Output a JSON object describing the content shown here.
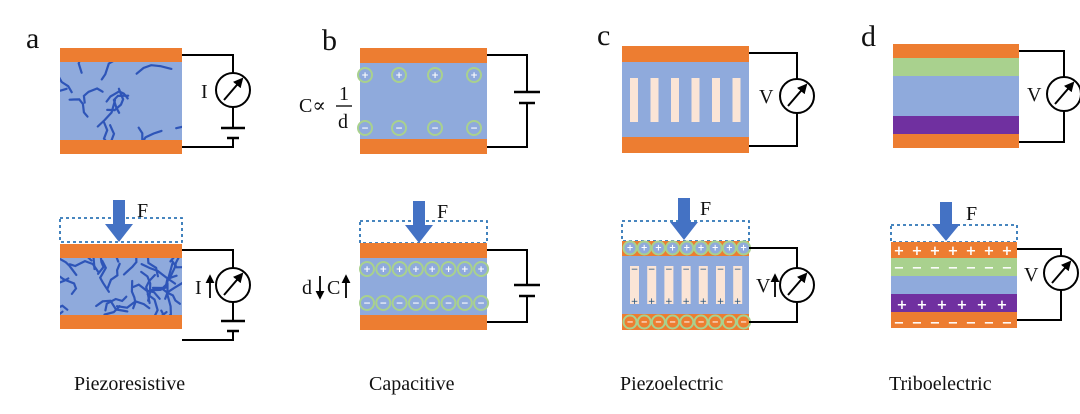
{
  "panels": [
    {
      "letter": "a",
      "caption": "Piezoresistive",
      "meter_symbol": "I"
    },
    {
      "letter": "b",
      "caption": "Capacitive",
      "formula_lhs": "C∝",
      "frac_num": "1",
      "frac_den": "d",
      "d_label": "d",
      "c_label": "C"
    },
    {
      "letter": "c",
      "caption": "Piezoelectric",
      "meter_symbol": "V"
    },
    {
      "letter": "d",
      "caption": "Triboelectric",
      "meter_symbol": "V"
    }
  ],
  "force_label": "F",
  "charge_symbols": {
    "positive": "+",
    "negative": "−"
  },
  "colors": {
    "electrode": "#ED7D31",
    "dielectric": "#8FAADC",
    "fiber": "#2E55B8",
    "arrow": "#4472C4",
    "dotted_outline": "#2E75B6",
    "charge_ring": "#A9D18E",
    "green_layer": "#A9D18E",
    "purple_layer": "#7030A0",
    "piezo_strip": "#FBE5D6",
    "wire": "#000000"
  },
  "icons": [
    "ammeter-icon",
    "voltmeter-icon",
    "battery-icon",
    "force-arrow-icon"
  ]
}
